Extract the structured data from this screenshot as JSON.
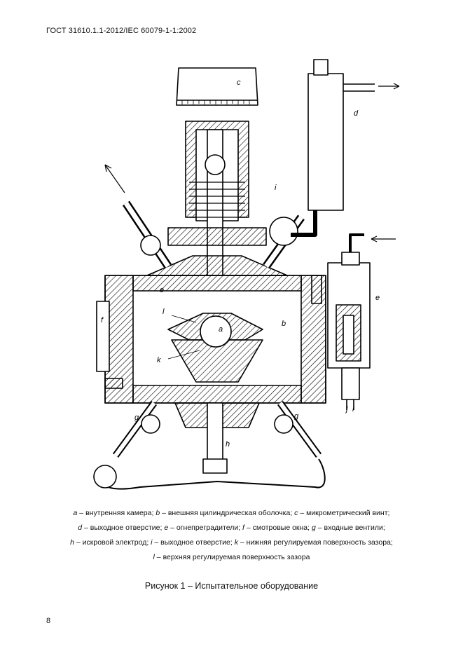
{
  "header": {
    "standard": "ГОСТ 31610.1.1-2012/IEC 60079-1-1:2002"
  },
  "figure": {
    "labels": {
      "a": "a",
      "b": "b",
      "c": "c",
      "d": "d",
      "e": "e",
      "e2": "e",
      "f": "f",
      "g": "g",
      "g2": "g",
      "h": "h",
      "i": "i",
      "i2": "i",
      "j": "j",
      "k": "k",
      "l": "l"
    }
  },
  "legend": {
    "lines": [
      [
        {
          "key": "a",
          "text": " – внутренняя камера; "
        },
        {
          "key": "b",
          "text": " – внешняя цилиндрическая оболочка; "
        },
        {
          "key": "c",
          "text": " – микрометрический винт;"
        }
      ],
      [
        {
          "key": "d",
          "text": " – выходное отверстие; "
        },
        {
          "key": "e",
          "text": " – огнепреградители; "
        },
        {
          "key": "f",
          "text": " – смотровые окна; "
        },
        {
          "key": "g",
          "text": " – входные вентили;"
        }
      ],
      [
        {
          "key": "h",
          "text": " – искровой электрод; "
        },
        {
          "key": "i",
          "text": " – выходное отверстие; "
        },
        {
          "key": "k",
          "text": " – нижняя регулируемая поверхность зазора;"
        }
      ],
      [
        {
          "key": "l",
          "text": " – верхняя регулируемая поверхность зазора"
        }
      ]
    ]
  },
  "figure_title": "Рисунок 1 – Испытательное оборудование",
  "page_number": "8"
}
